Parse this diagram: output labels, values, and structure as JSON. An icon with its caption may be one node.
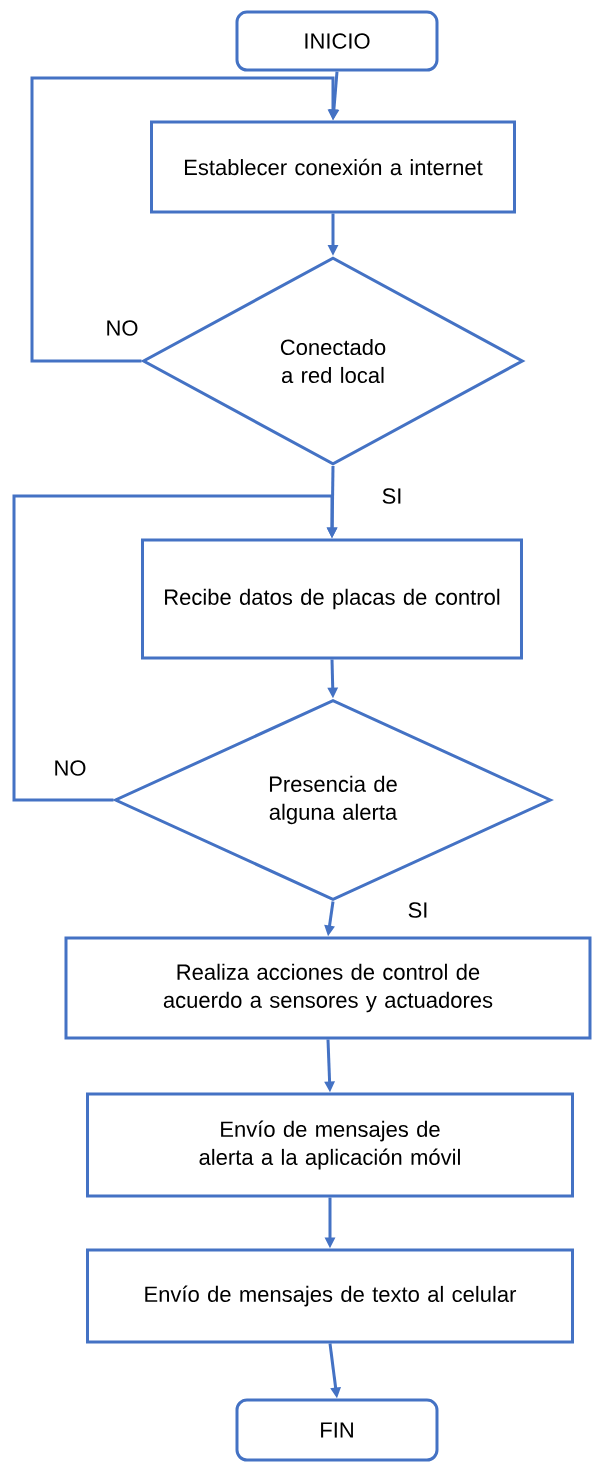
{
  "diagram": {
    "nodes": [
      {
        "text": [
          "INICIO"
        ]
      },
      {
        "text": [
          "Establecer conexión a internet"
        ]
      },
      {
        "text": [
          "Conectado a red local"
        ]
      },
      {
        "text": [
          "Recibe datos de placas de control"
        ]
      },
      {
        "text": [
          "Presencia de alguna alerta"
        ]
      },
      {
        "text": [
          "Realiza acciones de control de acuerdo a sensores y actuadores"
        ]
      },
      {
        "text": [
          "Envío de mensajes de alerta a la aplicación móvil"
        ]
      },
      {
        "text": [
          "Envío de mensajes de texto al celular"
        ]
      },
      {
        "text": [
          "FIN"
        ]
      }
    ],
    "edges": [
      {
        "from": 0,
        "to": 1,
        "arrow": "to"
      },
      {
        "from": 1,
        "to": 2,
        "arrow": "to"
      },
      {
        "from": 2,
        "to": 1,
        "arrow": "to",
        "label": "NO"
      },
      {
        "from": 2,
        "to": 3,
        "arrow": "to",
        "label": "SI"
      },
      {
        "from": 3,
        "to": 4,
        "arrow": "to"
      },
      {
        "from": 4,
        "to": 3,
        "arrow": "to",
        "label": "NO"
      },
      {
        "from": 4,
        "to": 5,
        "arrow": "to",
        "label": "SI"
      },
      {
        "from": 5,
        "to": 6,
        "arrow": "to"
      },
      {
        "from": 6,
        "to": 7,
        "arrow": "to"
      },
      {
        "from": 7,
        "to": 8,
        "arrow": "to"
      }
    ]
  }
}
